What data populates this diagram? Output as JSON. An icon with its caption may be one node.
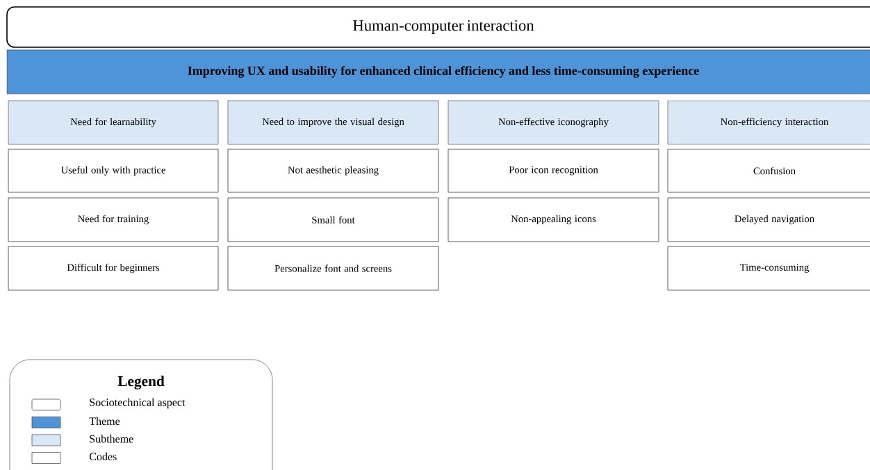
{
  "diagram": {
    "nodes": [
      {
        "text": [
          "Human-computer interaction"
        ]
      },
      {
        "text": [
          "Improving UX and usability for enhanced clinical efficiency and less time-consuming experience"
        ]
      },
      {
        "text": [
          "Need for learnability"
        ]
      },
      {
        "text": [
          "Need to improve the visual design"
        ]
      },
      {
        "text": [
          "Non-effective iconography"
        ]
      },
      {
        "text": [
          "Non-efficiency interaction"
        ]
      },
      {
        "text": [
          "Useful only with practice"
        ]
      },
      {
        "text": [
          "Not aesthetic pleasing"
        ]
      },
      {
        "text": [
          "Poor icon recognition"
        ]
      },
      {
        "text": [
          "Confusion"
        ]
      },
      {
        "text": [
          "Need for training"
        ]
      },
      {
        "text": [
          "Small font"
        ]
      },
      {
        "text": [
          "Non-appealing icons"
        ]
      },
      {
        "text": [
          "Delayed navigation"
        ]
      },
      {
        "text": [
          "Difficult for beginners"
        ]
      },
      {
        "text": [
          "Personalize font and screens"
        ]
      },
      {
        "text": [
          "Time-consuming"
        ]
      }
    ],
    "labels": [
      "Legend"
    ],
    "legend": [
      {
        "text": "Sociotechnical aspect"
      },
      {
        "text": "Theme",
        "color": "#4f94d8"
      },
      {
        "text": "Subtheme",
        "color": "#dae8f6"
      },
      {
        "text": "Codes"
      }
    ]
  }
}
